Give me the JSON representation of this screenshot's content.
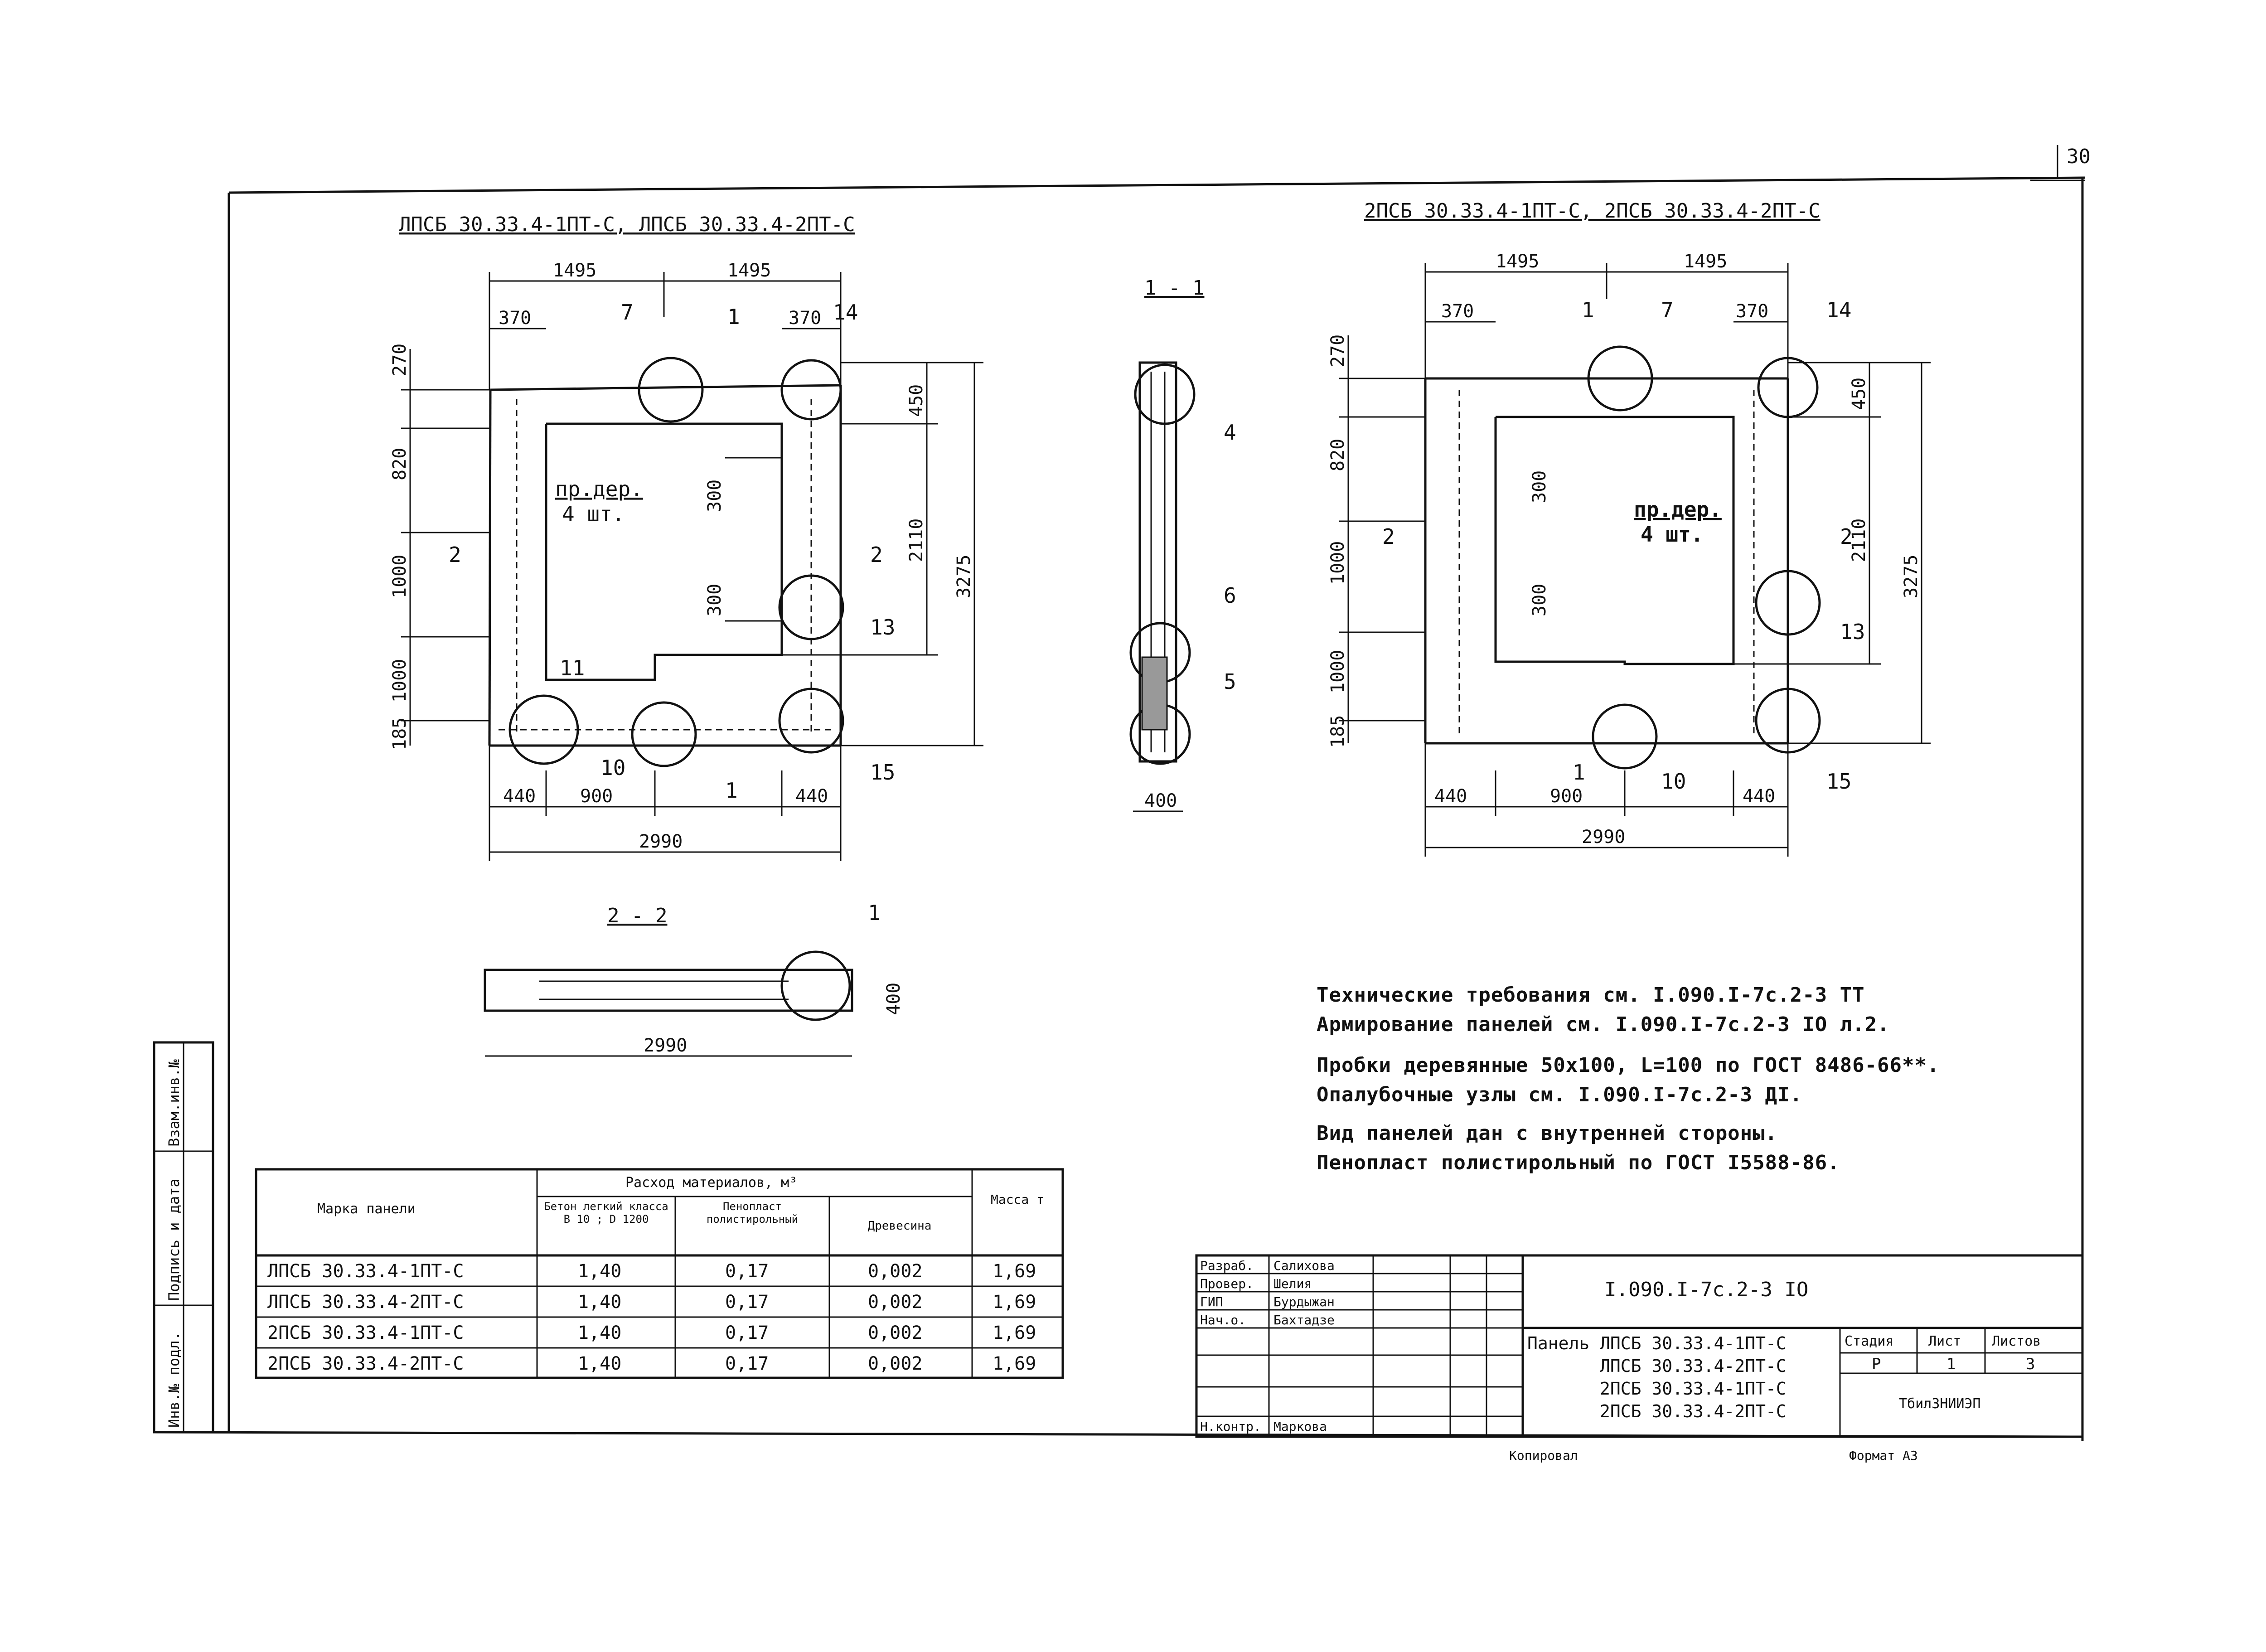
{
  "page_number": "30",
  "views": {
    "left_title": "ЛПСБ 30.33.4-1ПТ-С, ЛПСБ 30.33.4-2ПТ-С",
    "right_title": "2ПСБ 30.33.4-1ПТ-С, 2ПСБ 30.33.4-2ПТ-С",
    "section_1_title": "1 - 1",
    "section_2_title": "2 - 2"
  },
  "dimensions": {
    "top_half": "1495",
    "edge_370": "370",
    "edge_270": "270",
    "right_450": "450",
    "left_820": "820",
    "left_1000": "1000",
    "left_185": "185",
    "inner_300": "300",
    "right_2110": "2110",
    "total_height": "3275",
    "bottom_440": "440",
    "bottom_900": "900",
    "total_width": "2990",
    "thickness_400": "400"
  },
  "callouts": {
    "c7": "7",
    "c14": "14",
    "c13": "13",
    "c11": "11",
    "c10": "10",
    "c15": "15",
    "c4": "4",
    "c6": "6",
    "c5": "5",
    "c1": "1",
    "cut1": "1",
    "cut2": "2"
  },
  "opening_note": [
    "пр.дер.",
    "4 шт."
  ],
  "notes": [
    "Технические требования см. I.090.I-7c.2-3 ТТ",
    "Армирование панелей см. I.090.I-7c.2-3 IO л.2.",
    "Пробки деревянные 50x100, L=100 по ГОСТ 8486-66**.",
    "Опалубочные узлы см. I.090.I-7c.2-3 ДI.",
    "Вид панелей дан с внутренней стороны.",
    "Пенопласт полистирольный по ГОСТ I5588-86."
  ],
  "materials_table": {
    "header_mark": "Марка панели",
    "header_group": "Расход материалов, м³",
    "header_mass": "Масса т",
    "columns": [
      "Бетон легкий класса В 10 ; D 1200",
      "Пенопласт полистирольный",
      "Древесина"
    ],
    "rows": [
      {
        "mark": "ЛПСБ 30.33.4-1ПТ-С",
        "concrete": "1,40",
        "foam": "0,17",
        "wood": "0,002",
        "mass": "1,69"
      },
      {
        "mark": "ЛПСБ 30.33.4-2ПТ-С",
        "concrete": "1,40",
        "foam": "0,17",
        "wood": "0,002",
        "mass": "1,69"
      },
      {
        "mark": "2ПСБ 30.33.4-1ПТ-С",
        "concrete": "1,40",
        "foam": "0,17",
        "wood": "0,002",
        "mass": "1,69"
      },
      {
        "mark": "2ПСБ 30.33.4-2ПТ-С",
        "concrete": "1,40",
        "foam": "0,17",
        "wood": "0,002",
        "mass": "1,69"
      }
    ]
  },
  "side_stamp": [
    "Инв.№ подл.",
    "Подпись и дата",
    "Взам.инв.№"
  ],
  "title_block": {
    "designation": "I.090.I-7c.2-3 IO",
    "roles": [
      "Разраб.",
      "Провер.",
      "ГИП",
      "Нач.о.",
      "",
      "",
      "Н.контр."
    ],
    "names": [
      "Салихова",
      "Шелия",
      "Бурдыжан",
      "Бахтадзе",
      "",
      "",
      "Маркова"
    ],
    "panel_label": "Панель",
    "panel_marks": [
      "ЛПСБ 30.33.4-1ПТ-С",
      "ЛПСБ 30.33.4-2ПТ-С",
      "2ПСБ 30.33.4-1ПТ-С",
      "2ПСБ 30.33.4-2ПТ-С"
    ],
    "stage_header": "Стадия",
    "sheet_header": "Лист",
    "sheets_header": "Листов",
    "stage": "Р",
    "sheet": "1",
    "sheets": "3",
    "organization": "ТбилЗНИИЭП"
  },
  "footer": {
    "copied": "Копировал",
    "format": "Формат А3"
  }
}
